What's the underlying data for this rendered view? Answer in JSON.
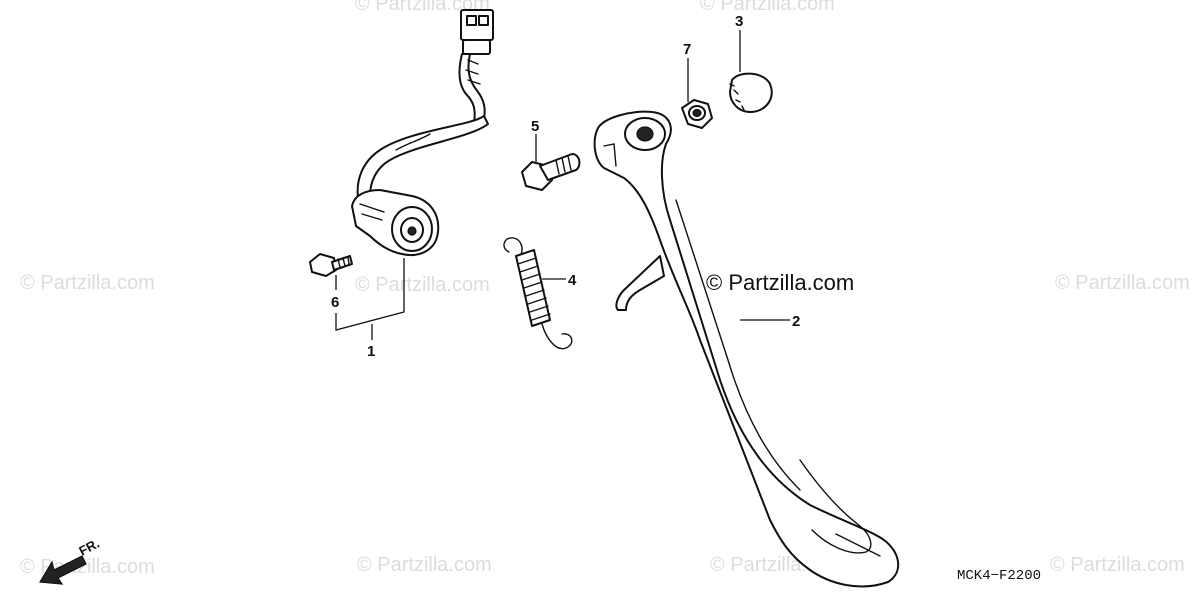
{
  "diagram": {
    "callouts": {
      "p1": "1",
      "p2": "2",
      "p3": "3",
      "p4": "4",
      "p5": "5",
      "p6": "6",
      "p7": "7"
    },
    "watermark": "© Partzilla.com",
    "drawing_code": "MCK4−F2200",
    "front_label": "FR."
  }
}
